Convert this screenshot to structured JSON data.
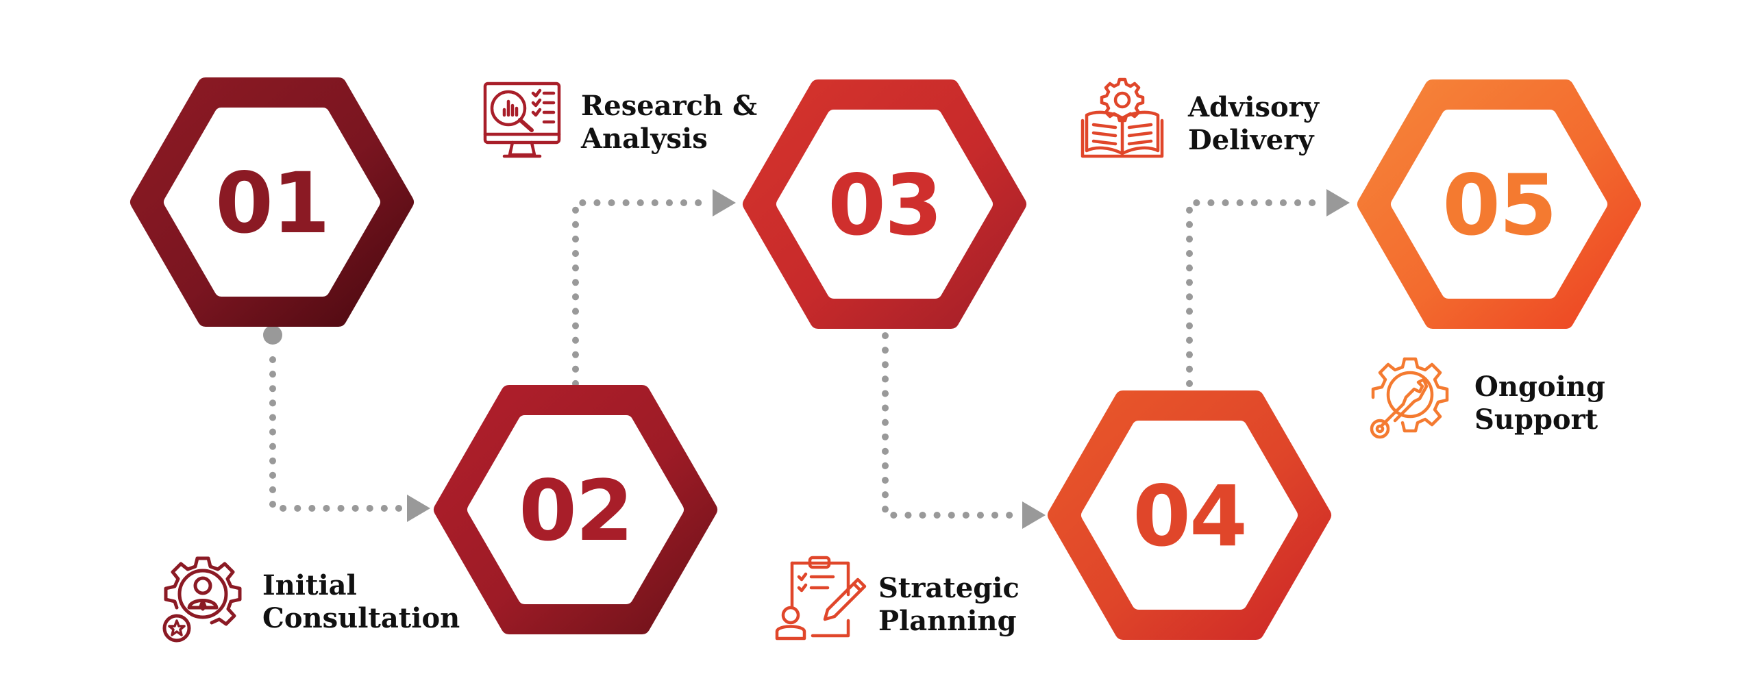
{
  "steps": [
    {
      "number": "01",
      "label_line1": "Initial",
      "label_line2": "Consultation",
      "icon": "consultation-gear-person-icon",
      "color_dark": "#4f0a12",
      "color_light": "#8b1a24",
      "text_color": "#8b1a24"
    },
    {
      "number": "02",
      "label_line1": "Research &",
      "label_line2": "Analysis",
      "icon": "research-monitor-chart-icon",
      "color_dark": "#6e1219",
      "color_light": "#a81e29",
      "text_color": "#a81e29"
    },
    {
      "number": "03",
      "label_line1": "Strategic",
      "label_line2": "Planning",
      "icon": "planning-clipboard-pen-icon",
      "color_dark": "#a7202a",
      "color_light": "#cf2f2d",
      "text_color": "#cf2f2d"
    },
    {
      "number": "04",
      "label_line1": "Advisory",
      "label_line2": "Delivery",
      "icon": "advisory-book-gear-icon",
      "color_dark": "#cf2a2a",
      "color_light": "#e5502a",
      "text_color": "#e0462a"
    },
    {
      "number": "05",
      "label_line1": "Ongoing",
      "label_line2": "Support",
      "icon": "support-gear-wrench-icon",
      "color_dark": "#ef4a26",
      "color_light": "#f47a30",
      "text_color": "#f47a30"
    }
  ],
  "connector_color": "#999999",
  "label_color": "#111111"
}
